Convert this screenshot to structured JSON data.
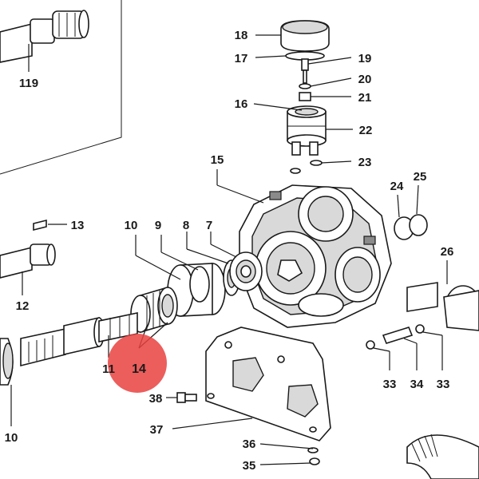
{
  "highlight_color": "#e8423f",
  "highlighted_part": "14",
  "callouts": {
    "p119": "119",
    "p18": "18",
    "p17": "17",
    "p19": "19",
    "p20": "20",
    "p21": "21",
    "p16": "16",
    "p22": "22",
    "p23": "23",
    "p15": "15",
    "p24": "24",
    "p25": "25",
    "p13": "13",
    "p10a": "10",
    "p9": "9",
    "p8": "8",
    "p7": "7",
    "p26": "26",
    "p12": "12",
    "p11": "11",
    "p14": "14",
    "p10b": "10",
    "p38": "38",
    "p37": "37",
    "p33a": "33",
    "p34": "34",
    "p33b": "33",
    "p36": "36",
    "p35": "35"
  }
}
